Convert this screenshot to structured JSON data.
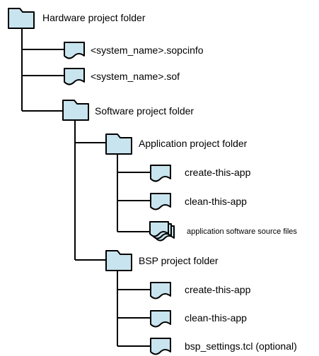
{
  "colors": {
    "fill": "#c8e4ee",
    "stroke": "#000000"
  },
  "nodes": [
    {
      "id": "hw",
      "label": "Hardware project folder",
      "icon": "folder-icon"
    },
    {
      "id": "sopc",
      "label": "<system_name>.sopcinfo",
      "icon": "file-icon"
    },
    {
      "id": "sof",
      "label": "<system_name>.sof",
      "icon": "file-icon"
    },
    {
      "id": "sw",
      "label": "Software project folder",
      "icon": "folder-icon"
    },
    {
      "id": "app",
      "label": "Application project folder",
      "icon": "folder-icon"
    },
    {
      "id": "app_c",
      "label": "create-this-app",
      "icon": "file-icon"
    },
    {
      "id": "app_cl",
      "label": "clean-this-app",
      "icon": "file-icon"
    },
    {
      "id": "app_src",
      "label": "application software source files",
      "icon": "stacked-files-icon"
    },
    {
      "id": "bsp",
      "label": "BSP project folder",
      "icon": "folder-icon"
    },
    {
      "id": "bsp_c",
      "label": "create-this-app",
      "icon": "file-icon"
    },
    {
      "id": "bsp_cl",
      "label": "clean-this-app",
      "icon": "file-icon"
    },
    {
      "id": "bsp_set",
      "label": "bsp_settings.tcl (optional)",
      "icon": "file-icon"
    }
  ]
}
